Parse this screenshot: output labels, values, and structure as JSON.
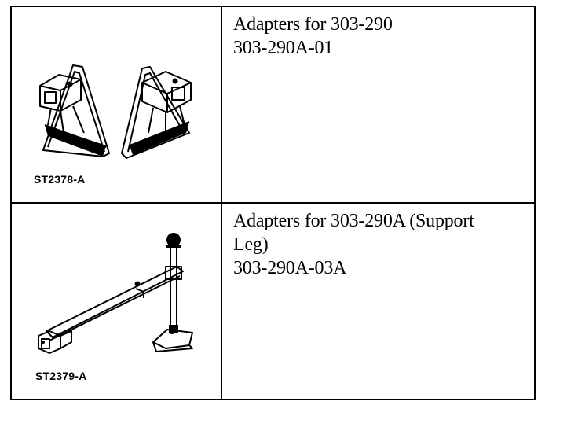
{
  "rows": [
    {
      "figure_label": "ST2378-A",
      "description_lines": [
        "Adapters for 303-290",
        "303-290A-01"
      ]
    },
    {
      "figure_label": "ST2379-A",
      "description_lines": [
        "Adapters for 303-290A (Support",
        "Leg)",
        "303-290A-03A"
      ]
    }
  ]
}
